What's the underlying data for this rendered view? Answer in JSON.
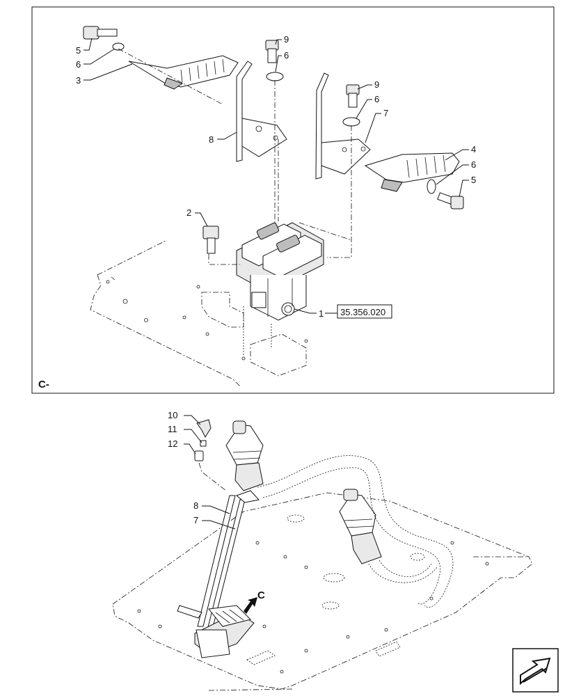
{
  "detail": {
    "label": "C-",
    "reference": "35.356.020",
    "callouts": [
      {
        "id": "c5a",
        "text": "5"
      },
      {
        "id": "c6a",
        "text": "6"
      },
      {
        "id": "c3",
        "text": "3"
      },
      {
        "id": "c9a",
        "text": "9"
      },
      {
        "id": "c6b",
        "text": "6"
      },
      {
        "id": "c9b",
        "text": "9"
      },
      {
        "id": "c6c",
        "text": "6"
      },
      {
        "id": "c7",
        "text": "7"
      },
      {
        "id": "c8",
        "text": "8"
      },
      {
        "id": "c4",
        "text": "4"
      },
      {
        "id": "c6d",
        "text": "6"
      },
      {
        "id": "c5b",
        "text": "5"
      },
      {
        "id": "c2",
        "text": "2"
      },
      {
        "id": "c1",
        "text": "1"
      }
    ]
  },
  "overview": {
    "view_marker": "C",
    "callouts": [
      {
        "id": "o10",
        "text": "10"
      },
      {
        "id": "o11",
        "text": "11"
      },
      {
        "id": "o12",
        "text": "12"
      },
      {
        "id": "o8",
        "text": "8"
      },
      {
        "id": "o7",
        "text": "7"
      }
    ]
  },
  "nav_icon": "next-page-arrow-icon"
}
